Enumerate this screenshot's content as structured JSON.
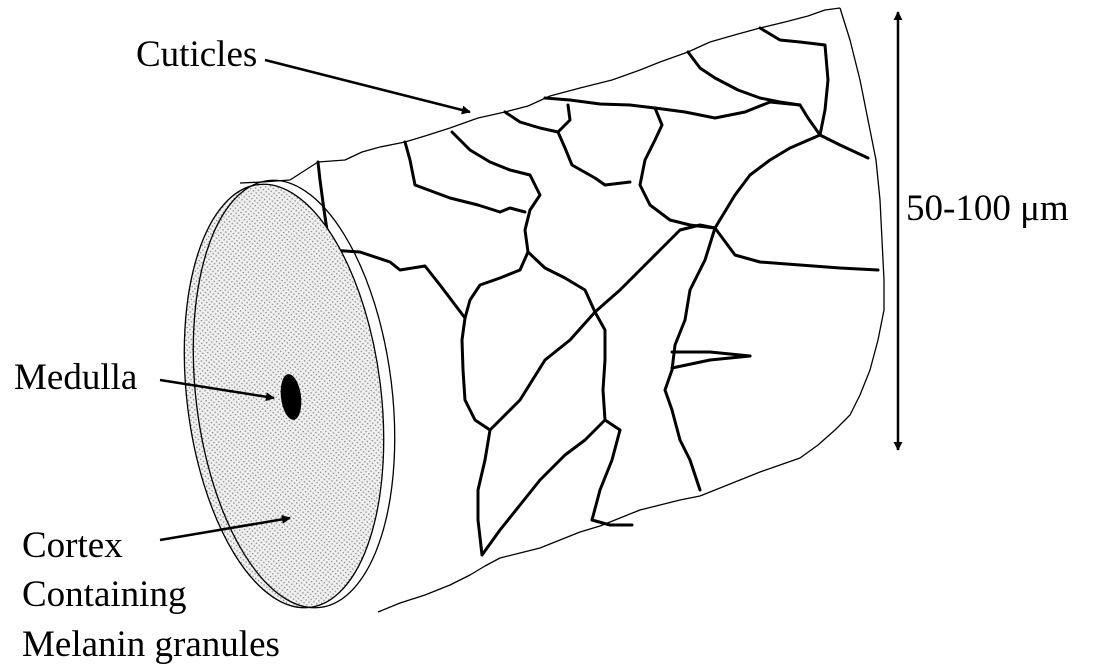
{
  "labels": {
    "cuticles": "Cuticles",
    "medulla": "Medulla",
    "cortex_line1": "Cortex",
    "cortex_line2": "Containing",
    "cortex_line3": "Melanin granules",
    "diameter": "50-100 μm"
  },
  "colors": {
    "ink": "#000000",
    "background": "#ffffff",
    "cross_section_fill": "#f0f0f0",
    "stipple_dot": "#7a7a7a"
  }
}
